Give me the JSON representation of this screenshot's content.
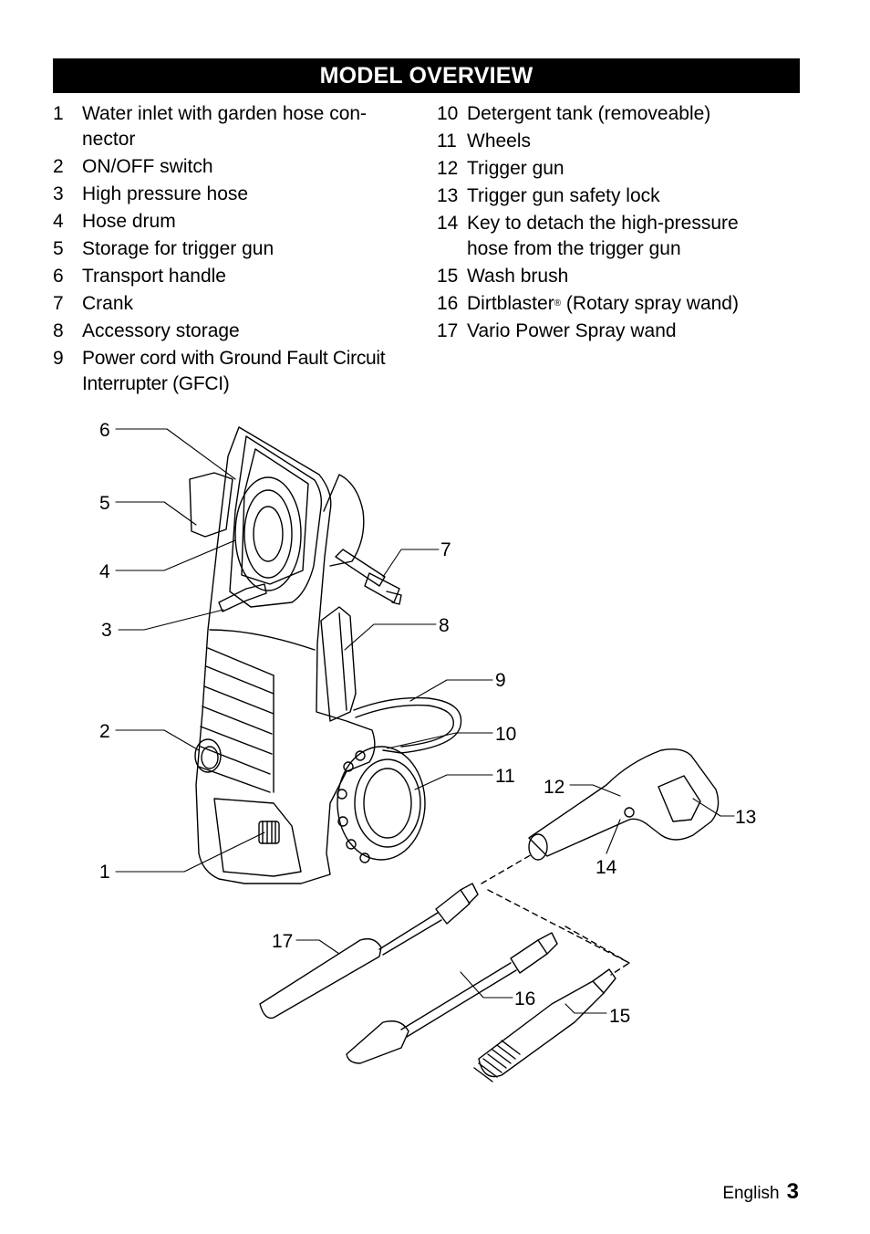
{
  "header": {
    "title": "MODEL OVERVIEW"
  },
  "parts_left": [
    {
      "num": "1",
      "text": "Water inlet with garden hose con-",
      "text2": "nector"
    },
    {
      "num": "2",
      "text": "ON/OFF switch"
    },
    {
      "num": "3",
      "text": "High pressure hose"
    },
    {
      "num": "4",
      "text": "Hose drum"
    },
    {
      "num": "5",
      "text": "Storage for trigger gun"
    },
    {
      "num": "6",
      "text": "Transport handle"
    },
    {
      "num": "7",
      "text": "Crank"
    },
    {
      "num": "8",
      "text": "Accessory storage"
    },
    {
      "num": "9",
      "text": "Power cord with Ground Fault Circuit",
      "text2": "Interrupter (GFCI)"
    }
  ],
  "parts_right": [
    {
      "num": "10",
      "text": "Detergent tank (removeable)"
    },
    {
      "num": "11",
      "text": "Wheels"
    },
    {
      "num": "12",
      "text": "Trigger gun"
    },
    {
      "num": "13",
      "text": "Trigger gun safety lock"
    },
    {
      "num": "14",
      "text": "Key to detach the high-pressure",
      "text2": "hose from the trigger gun"
    },
    {
      "num": "15",
      "text": "Wash brush"
    },
    {
      "num": "16",
      "text": "Dirtblaster",
      "reg": "®",
      "text_after": " (Rotary spray wand)"
    },
    {
      "num": "17",
      "text": "Vario Power Spray wand"
    }
  ],
  "callouts": {
    "c1": "1",
    "c2": "2",
    "c3": "3",
    "c4": "4",
    "c5": "5",
    "c6": "6",
    "c7": "7",
    "c8": "8",
    "c9": "9",
    "c10": "10",
    "c11": "11",
    "c12": "12",
    "c13": "13",
    "c14": "14",
    "c15": "15",
    "c16": "16",
    "c17": "17"
  },
  "footer": {
    "language": "English",
    "page_number": "3"
  }
}
